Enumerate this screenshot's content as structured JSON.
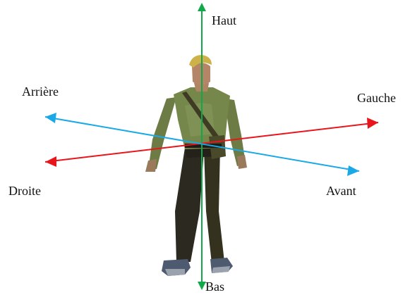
{
  "labels": {
    "up": "Haut",
    "down": "Bas",
    "back": "Arrière",
    "left": "Gauche",
    "right": "Droite",
    "front": "Avant"
  },
  "colors": {
    "vertical_axis": "#11a84a",
    "left_right_axis": "#e8151b",
    "front_back_axis": "#19a9e6",
    "text": "#111111"
  },
  "figure": {
    "icon": "standing-person-figure"
  }
}
